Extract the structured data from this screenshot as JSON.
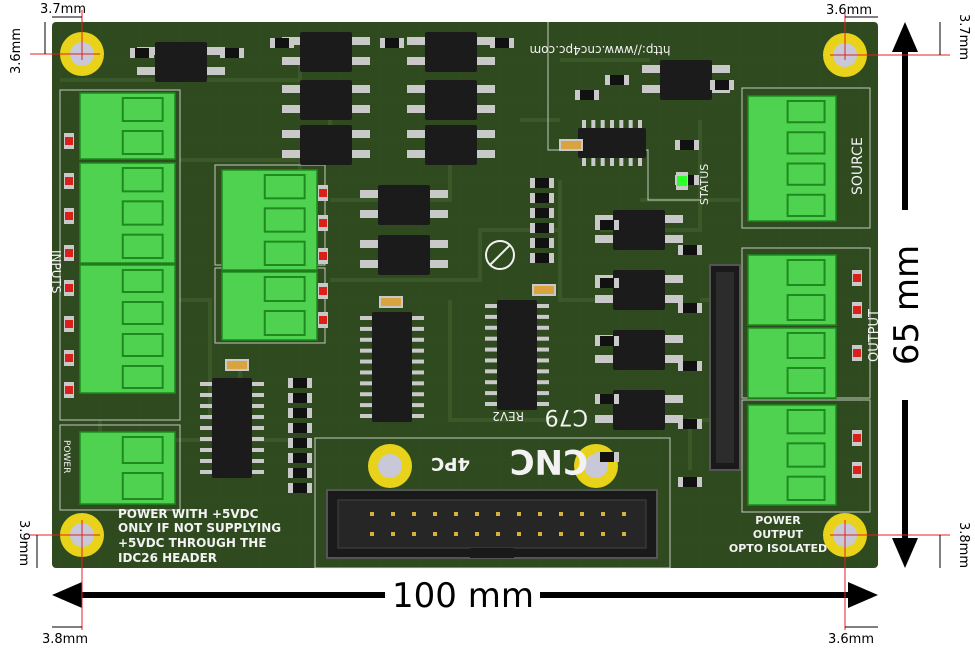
{
  "dimensions": {
    "width_label": "100 mm",
    "height_label": "65 mm",
    "hole_offsets": {
      "top_left_x": "3.7mm",
      "top_left_y": "3.6mm",
      "top_right_x": "3.6mm",
      "top_right_y": "3.7mm",
      "bottom_left_x": "3.8mm",
      "bottom_left_y": "3.9mm",
      "bottom_right_x": "3.6mm",
      "bottom_right_y": "3.8mm"
    }
  },
  "silkscreen": {
    "url": "http://www.cnc4pc.com",
    "brand_main": "CNC",
    "brand_sub": "4PC",
    "model": "C79",
    "revision": "REV2",
    "inputs_label": "INPUTS",
    "power_label": "POWER",
    "status_label": "STATUS",
    "source_label": "SOURCE",
    "output_label": "OUTPUT",
    "power_note": [
      "POWER WITH +5VDC",
      "ONLY IF NOT SUPPLYING",
      "+5VDC THROUGH THE",
      "IDC26 HEADER"
    ],
    "output_note": [
      "POWER",
      "OUTPUT",
      "OPTO ISOLATED"
    ]
  },
  "colors": {
    "board": "#2f4a1f",
    "trace": "#3d5a2a",
    "terminal": "#4fd24f",
    "terminal_dark": "#1f8a1f",
    "chip": "#1b1b1b",
    "pad": "#c9c9c9",
    "hole_ring": "#e8d21a",
    "led": "#d9201a",
    "status_led": "#2cff2c",
    "dimension": "#000000",
    "marker": "#e02020"
  }
}
